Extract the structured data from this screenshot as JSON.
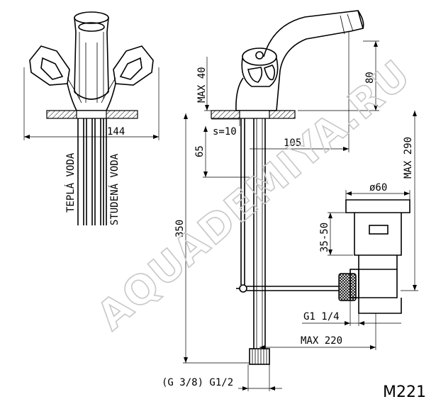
{
  "drawing": {
    "model_code": "M221",
    "watermark": "AQUADEMIYA.RU",
    "front_view": {
      "width_label": "144",
      "pipe_labels": [
        "TEPLÁ VODA",
        "STUDENÁ VODA"
      ]
    },
    "side_view": {
      "dimensions": [
        "MAX 40",
        "s=10",
        "65",
        "105",
        "80",
        "MAX 290",
        "350"
      ],
      "thread_label": "(G 3/8)  G1/2"
    },
    "drain_detail": {
      "dimensions": [
        "ø60",
        "35-50",
        "G1 1/4",
        "MAX  220"
      ]
    }
  }
}
